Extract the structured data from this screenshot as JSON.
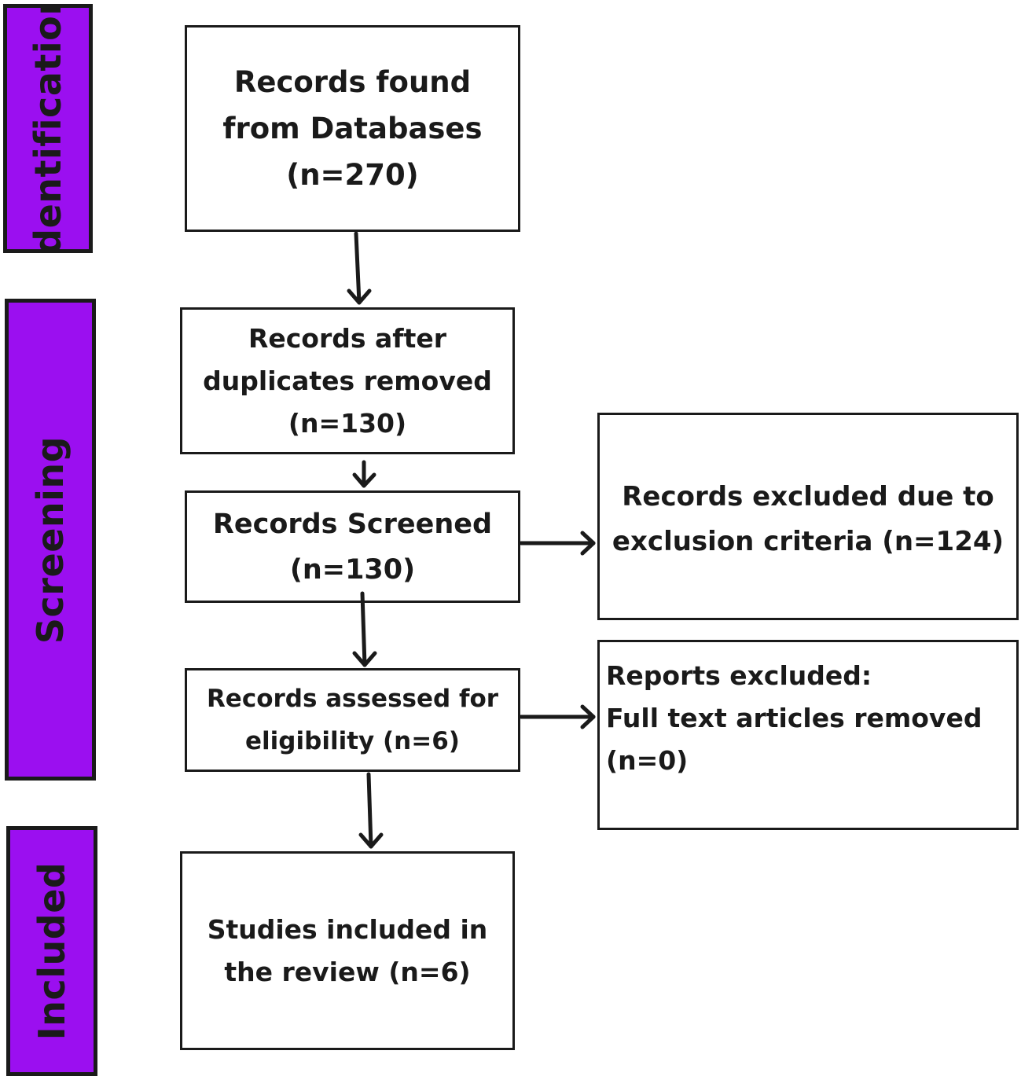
{
  "phases": {
    "identification": "Identification",
    "screening": "Screening",
    "included": "Included"
  },
  "boxes": {
    "records_found": [
      "Records found",
      "from Databases",
      "(n=270)"
    ],
    "after_duplicates": [
      "Records after",
      "duplicates removed",
      "(n=130)"
    ],
    "screened": [
      "Records Screened",
      "(n=130)"
    ],
    "excluded_criteria": [
      "Records excluded due to",
      "exclusion criteria (n=124)"
    ],
    "assessed": [
      "Records assessed for",
      "eligibility (n=6)"
    ],
    "reports_excluded": [
      "Reports excluded:",
      "Full text articles removed",
      "(n=0)"
    ],
    "included_studies": [
      "Studies included in",
      "the review (n=6)"
    ]
  },
  "colors": {
    "phase_fill": "#9b0ff0",
    "stroke": "#1a1a1a"
  }
}
